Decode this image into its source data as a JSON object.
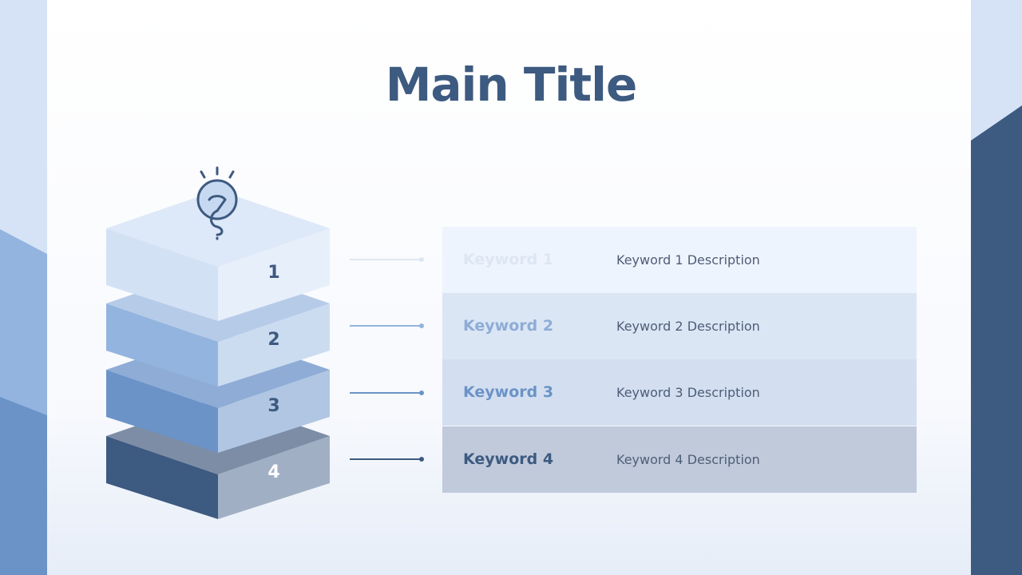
{
  "title": "Main Title",
  "colors": {
    "dark": "#3d5a80",
    "light_bg": "#d6e3f6",
    "mid": "#6b93c7"
  },
  "icon": "lightbulb-icon",
  "layers": [
    {
      "number": "1",
      "keyword": "Keyword 1",
      "description": "Keyword 1 Description"
    },
    {
      "number": "2",
      "keyword": "Keyword 2",
      "description": "Keyword 2 Description"
    },
    {
      "number": "3",
      "keyword": "Keyword 3",
      "description": "Keyword 3 Description"
    },
    {
      "number": "4",
      "keyword": "Keyword 4",
      "description": "Keyword 4 Description"
    }
  ]
}
